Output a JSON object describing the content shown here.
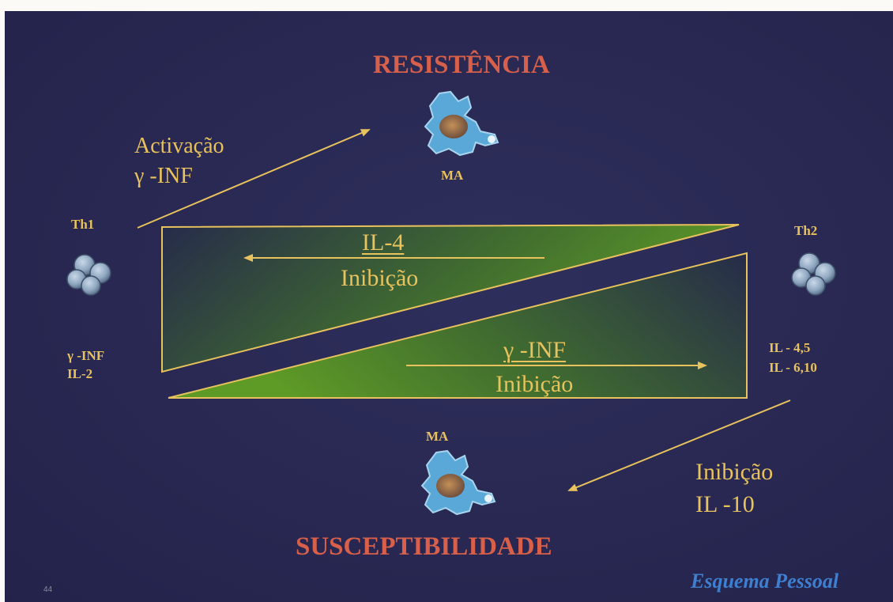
{
  "title_top": "RESISTÊNCIA",
  "title_bottom": "SUSCEPTIBILIDADE",
  "cells": {
    "ma_top": "MA",
    "ma_bottom": "MA",
    "th1": "Th1",
    "th2": "Th2"
  },
  "th1_cytokines": [
    "γ -INF",
    "IL-2"
  ],
  "th2_cytokines": [
    "IL - 4,5",
    "IL - 6,10"
  ],
  "activation": {
    "line1": "Activação",
    "line2": "γ -INF"
  },
  "upper_triangle": {
    "label": "IL-4",
    "action": "Inibição"
  },
  "lower_triangle": {
    "label": "γ -INF",
    "action": "Inibição"
  },
  "inhibition": {
    "line1": "Inibição",
    "line2": "IL -10"
  },
  "credit": "Esquema Pessoal",
  "page_number": "44",
  "colors": {
    "background": "#2a2a55",
    "title": "#d8604a",
    "text": "#e8c25c",
    "triangle_fill": "#5b9a26",
    "credit": "#3f7fd0"
  },
  "icons": {
    "macrophage": "macrophage-icon",
    "lymphocyte_cluster": "lymphocyte-cluster-icon"
  }
}
